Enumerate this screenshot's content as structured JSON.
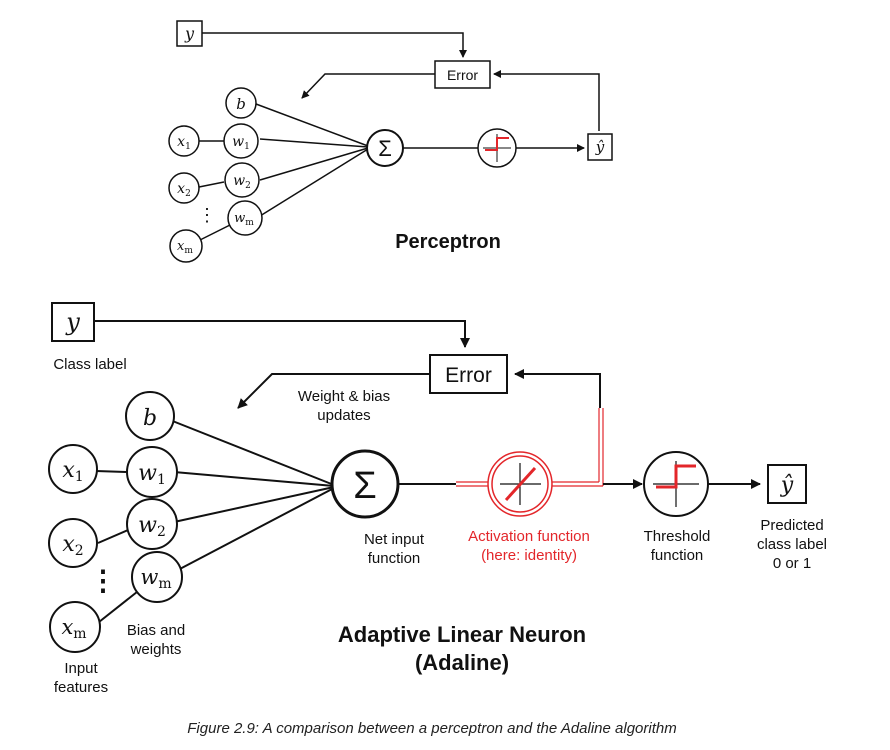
{
  "colors": {
    "ink": "#111111",
    "accent": "#e3262a"
  },
  "perceptron": {
    "title": "Perceptron",
    "y_label": "y",
    "error_label": "Error",
    "yhat_label": "ŷ",
    "sum_symbol": "Σ",
    "bias": "b",
    "x1_sym": "x",
    "x1_sub": "1",
    "x2_sym": "x",
    "x2_sub": "2",
    "xm_sym": "x",
    "xm_sub": "m",
    "w1_sym": "w",
    "w1_sub": "1",
    "w2_sym": "w",
    "w2_sub": "2",
    "wm_sym": "w",
    "wm_sub": "m",
    "dots": "⋮"
  },
  "adaline": {
    "title_line1": "Adaptive Linear Neuron",
    "title_line2": "(Adaline)",
    "y_label": "y",
    "class_label": "Class label",
    "error_label": "Error",
    "update_line1": "Weight & bias",
    "update_line2": "updates",
    "bias": "b",
    "x1_sym": "x",
    "x1_sub": "1",
    "x2_sym": "x",
    "x2_sub": "2",
    "xm_sym": "x",
    "xm_sub": "m",
    "w1_sym": "w",
    "w1_sub": "1",
    "w2_sym": "w",
    "w2_sub": "2",
    "wm_sym": "w",
    "wm_sub": "m",
    "dots": "⋮",
    "sum_symbol": "Σ",
    "net_input_line1": "Net input",
    "net_input_line2": "function",
    "activation_line1": "Activation function",
    "activation_line2": "(here: identity)",
    "threshold_line1": "Threshold",
    "threshold_line2": "function",
    "yhat_label": "ŷ",
    "predicted_line1": "Predicted",
    "predicted_line2": "class label",
    "predicted_line3": "0 or 1",
    "bias_weights_line1": "Bias and",
    "bias_weights_line2": "weights",
    "input_line1": "Input",
    "input_line2": "features"
  },
  "caption": "Figure 2.9: A comparison between a perceptron and the Adaline algorithm"
}
